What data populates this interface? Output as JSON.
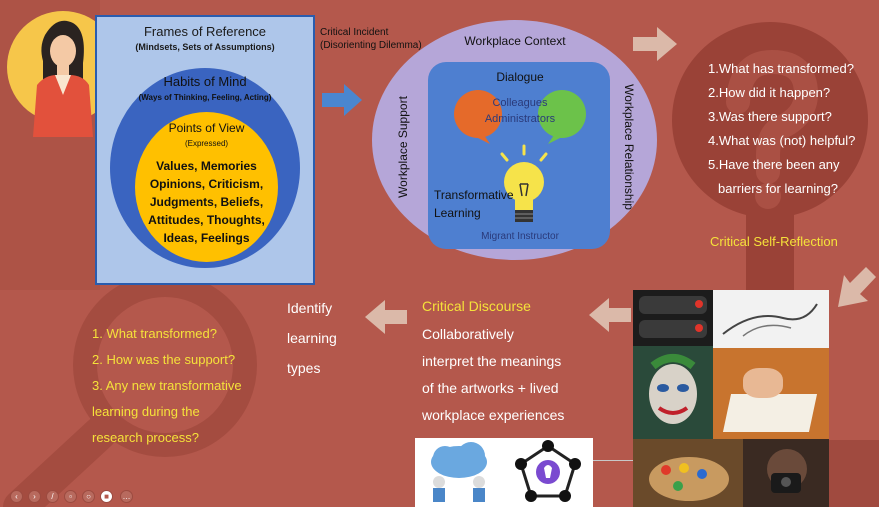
{
  "frames": {
    "title": "Frames of Reference",
    "subtitle": "(Mindsets, Sets of Assumptions)",
    "habits_title": "Habits of Mind",
    "habits_subtitle": "(Ways of Thinking, Feeling, Acting)",
    "points_title": "Points of View",
    "points_subtitle": "(Expressed)",
    "points_lines": [
      "Values, Memories",
      "Opinions, Criticism,",
      "Judgments, Beliefs,",
      "Attitudes, Thoughts,",
      "Ideas, Feelings"
    ]
  },
  "incident": {
    "line1": "Critical Incident",
    "line2": "(Disorienting Dilemma)"
  },
  "context": {
    "title": "Workplace Context",
    "left_label": "Workplace Support",
    "right_label": "Workplace Relationship",
    "dialogue": "Dialogue",
    "colleagues": "Colleagues",
    "administrators": "Administrators",
    "transformative_1": "Transformative",
    "transformative_2": "Learning",
    "migrant": "Migrant Instructor"
  },
  "questions": [
    "1.What has transformed?",
    "2.How did it happen?",
    "3.Was there support?",
    "4.What was (not) helpful?",
    "5.Have there been any",
    "barriers for learning?"
  ],
  "reflection": "Critical Self-Reflection",
  "discourse": {
    "title": "Critical Discourse",
    "lines": [
      "Collaboratively",
      "interpret the meanings",
      "of the artworks + lived",
      "workplace experiences"
    ]
  },
  "identify": [
    "Identify",
    "learning",
    "types"
  ],
  "final_questions": [
    "1. What transformed?",
    "2. How was the support?",
    "3. Any new transformative",
    "learning during the",
    "research process?"
  ],
  "colors": {
    "background": "#b4584c",
    "frame_box": "#aec6ea",
    "habits": "#3a64c0",
    "points": "#ffc000",
    "context": "#b5a6d8",
    "dialogue_box": "#4e7fd0",
    "accent_yellow": "#f5e23a",
    "arrow": "#d9b8a8"
  },
  "icons": [
    "woman-avatar-icon",
    "speech-bubble-icon",
    "lightbulb-icon",
    "question-mark-icon",
    "magnifier-icon",
    "network-icon",
    "cloud-meeting-icon"
  ]
}
